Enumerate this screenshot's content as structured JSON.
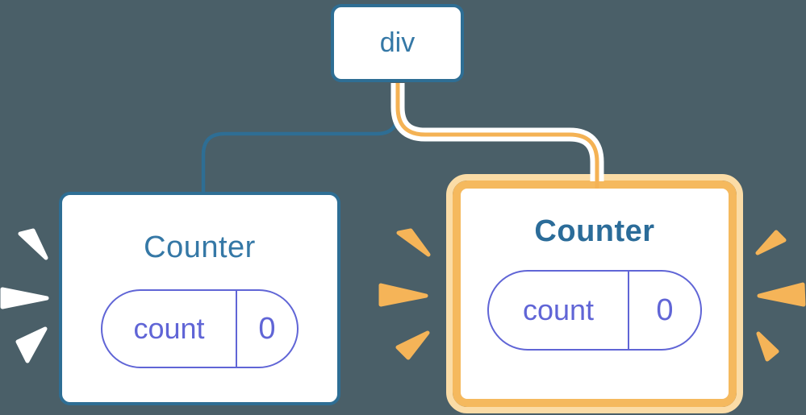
{
  "diagram": {
    "root": {
      "label": "div"
    },
    "counters": [
      {
        "id": "left",
        "title": "Counter",
        "state_key": "count",
        "state_value": "0",
        "highlighted": false
      },
      {
        "id": "right",
        "title": "Counter",
        "state_key": "count",
        "state_value": "0",
        "highlighted": true
      }
    ],
    "colors": {
      "background": "#4A5F68",
      "blue": "#2E6E94",
      "blue_text": "#3578A6",
      "purple": "#6065D6",
      "orange": "#F4B254",
      "orange_border": "#F5B95E",
      "orange_halo": "#FBDCA6",
      "spark_orange": "#F5B458",
      "spark_white": "#FFFFFF"
    }
  }
}
